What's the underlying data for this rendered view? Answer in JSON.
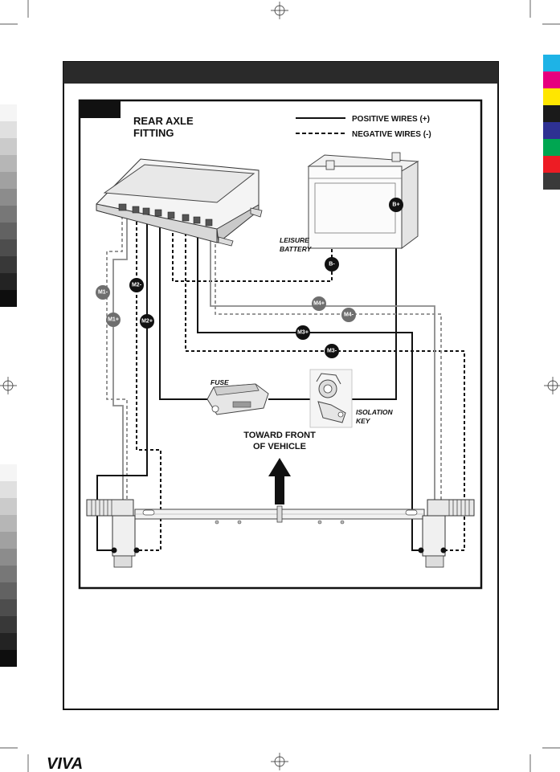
{
  "heading": {
    "title": "REAR AXLE",
    "title_line2": "FITTING"
  },
  "legend": {
    "positive": "POSITIVE WIRES (+)",
    "negative": "NEGATIVE WIRES (-)"
  },
  "components": {
    "battery_line1": "LEISURE",
    "battery_line2": "BATTERY",
    "fuse": "FUSE",
    "isolation_line1": "ISOLATION",
    "isolation_line2": "KEY",
    "direction_line1": "TOWARD FRONT",
    "direction_line2": "OF VEHICLE"
  },
  "wire_labels": {
    "b_plus": "B+",
    "b_minus": "B-",
    "m1_minus": "M1-",
    "m1_plus": "M1+",
    "m2_minus": "M2-",
    "m2_plus": "M2+",
    "m3_plus": "M3+",
    "m3_minus": "M3-",
    "m4_plus": "M4+",
    "m4_minus": "M4-"
  },
  "brand": {
    "logo": "VIVA"
  },
  "colors": {
    "wire_black": "#111111",
    "wire_grey": "#8a8a8a",
    "badge_black": "#111111",
    "badge_grey": "#6e6e6e",
    "color_bar": [
      "#1eb3e6",
      "#e6007e",
      "#ffe600",
      "#1a1a1a",
      "#2e3192",
      "#00a651",
      "#ed1c24",
      "#3a3a3a"
    ]
  }
}
